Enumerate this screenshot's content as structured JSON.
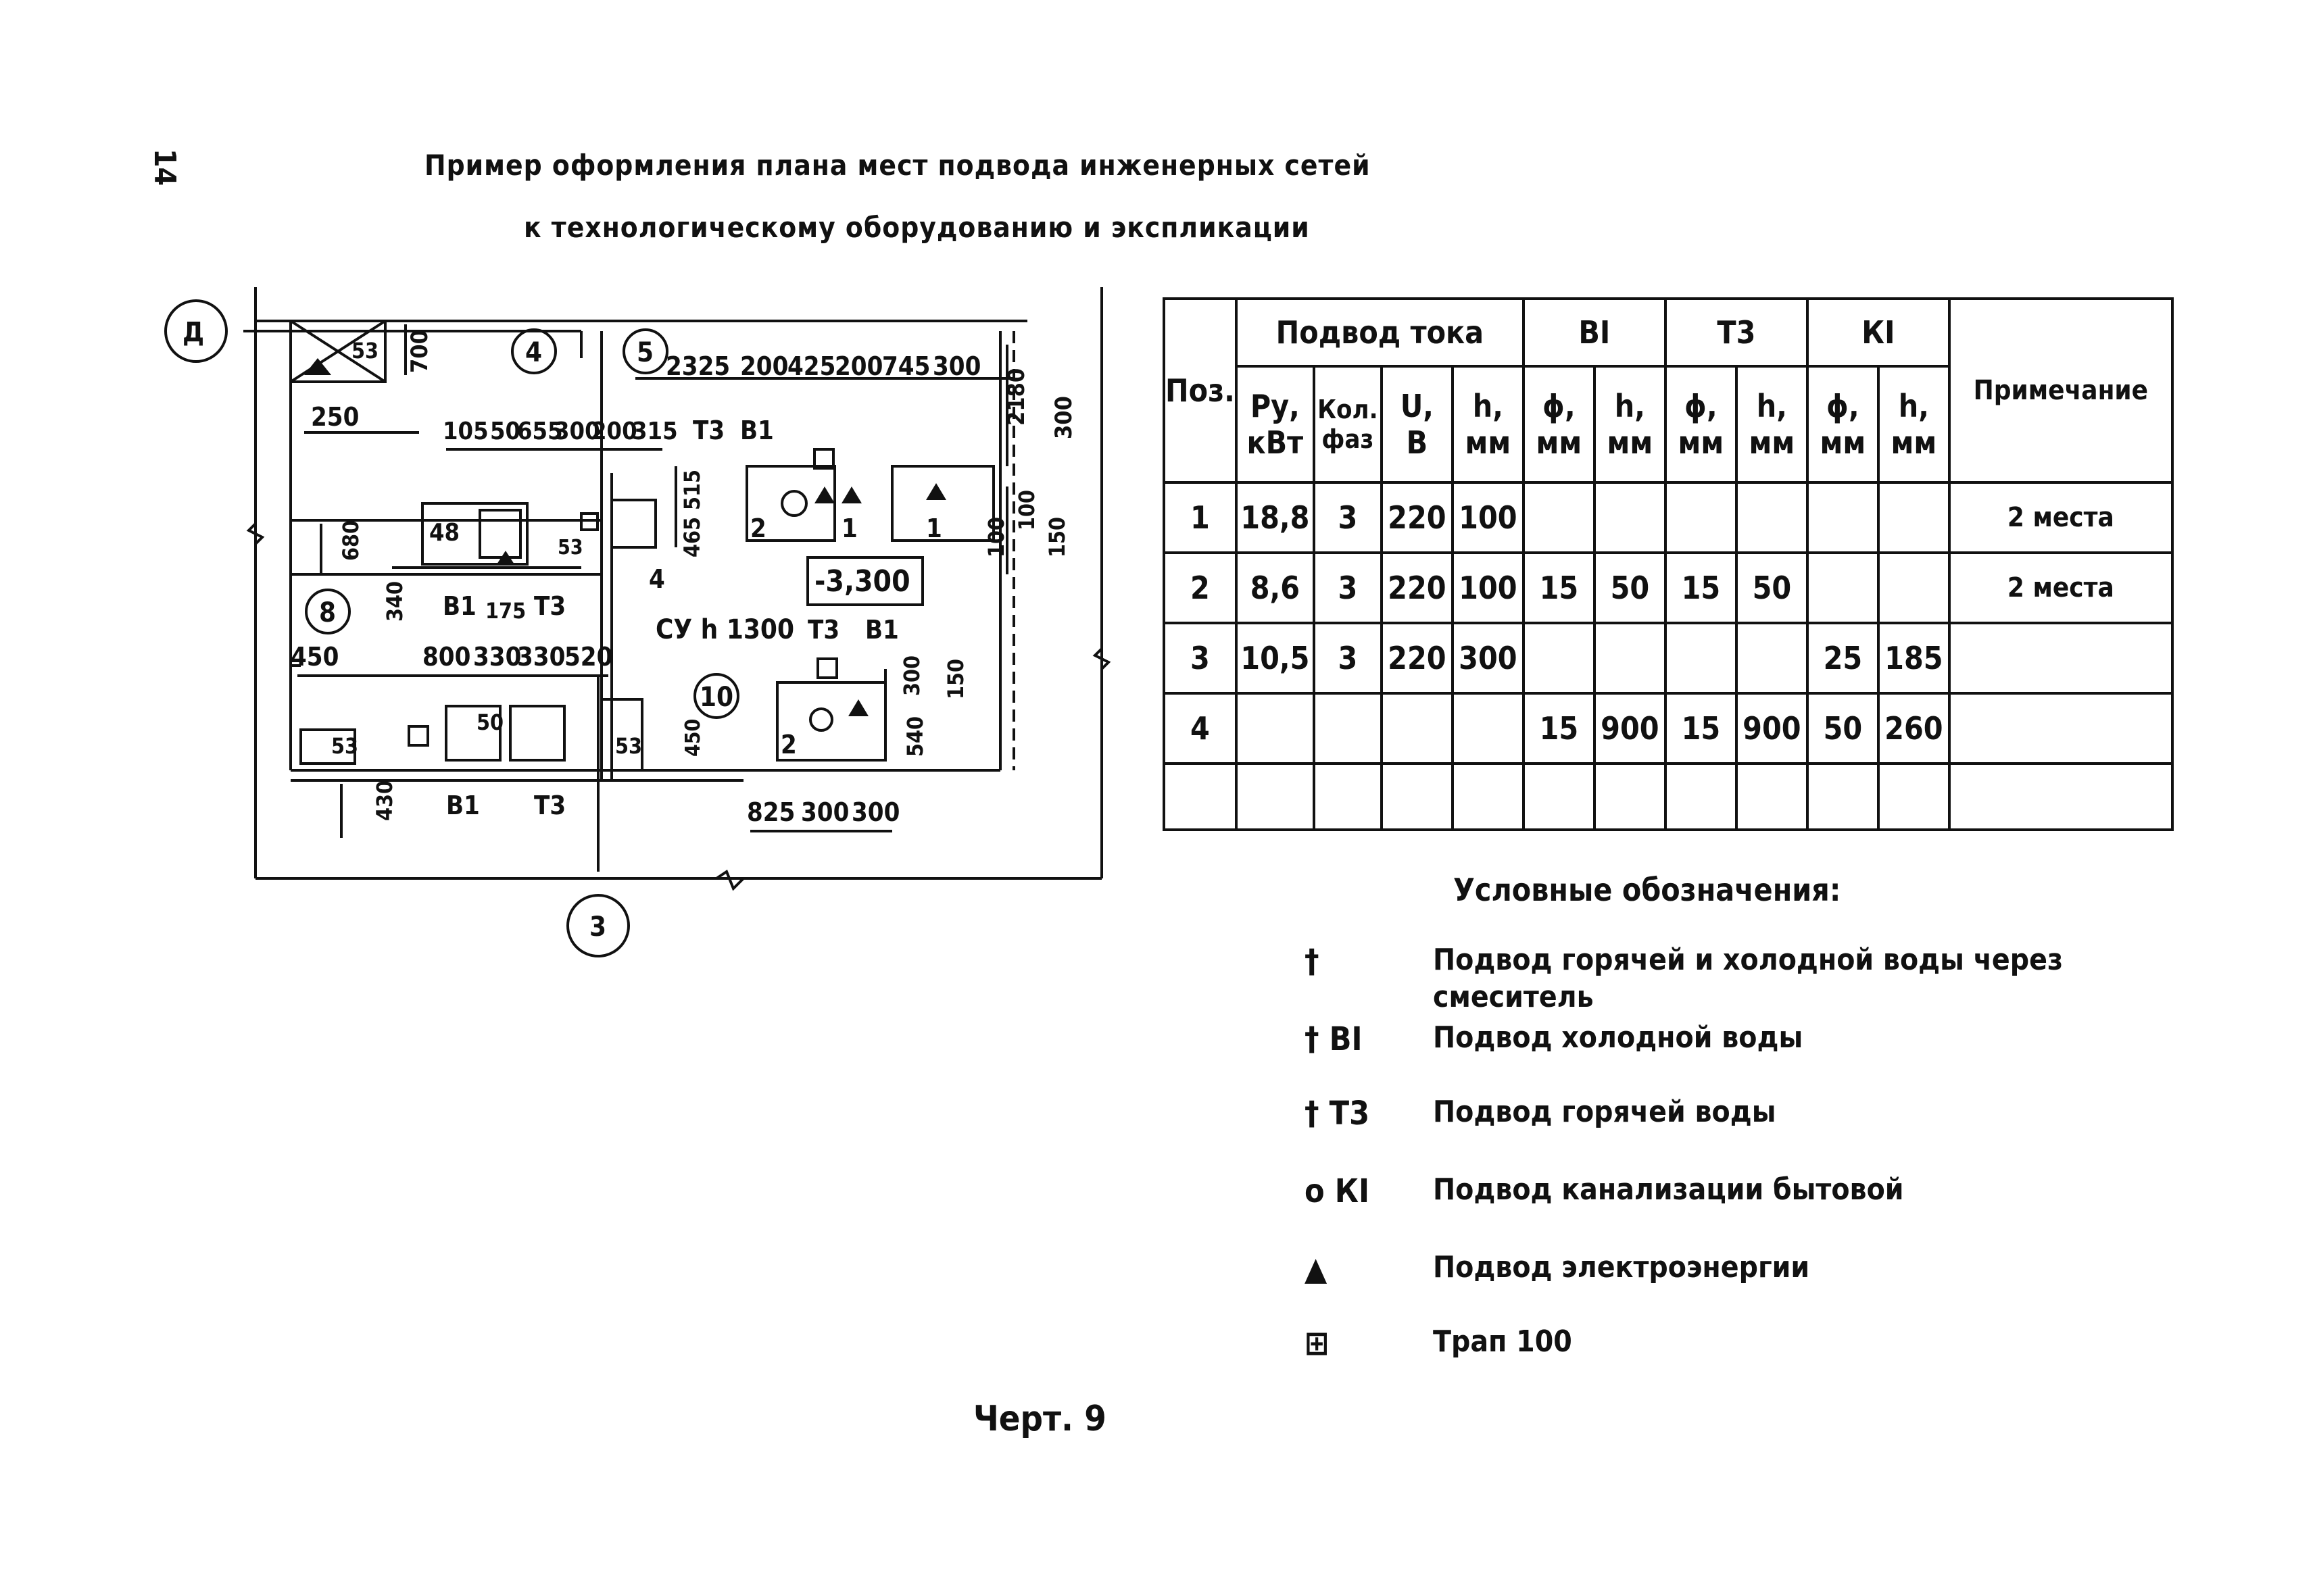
{
  "page_number": "14",
  "title_line1": "Пример  оформления плана мест подвода инженерных сетей",
  "title_line2": "к технологическому оборудованию и экспликации",
  "plan": {
    "axis_d": "Д",
    "axis_3": "3",
    "room_4": "4",
    "room_5": "5",
    "room_8": "8",
    "room_10": "10",
    "level": "-3,300",
    "label_su": "СУ h 1300",
    "dims": {
      "d700": "700",
      "d53a": "53",
      "d250": "250",
      "d2325": "2325",
      "d200a": "200",
      "d425": "425",
      "d200b": "200",
      "d745": "745",
      "d300a": "300",
      "d2180": "2180",
      "d300b": "300",
      "d105": "105",
      "d50": "50",
      "d655": "655",
      "d300c": "300",
      "d200c": "200",
      "d315": "315",
      "t3a": "Т3",
      "b1a": "В1",
      "d48": "48",
      "d53b": "53",
      "d515": "515",
      "d465": "465",
      "n4": "4",
      "d680": "680",
      "d340": "340",
      "b1b": "В1",
      "d175": "175",
      "t3b": "Т3",
      "n2": "2",
      "n1a": "1",
      "n1b": "1",
      "d100a": "100",
      "d100b": "100",
      "d150a": "150",
      "d450a": "450",
      "d800": "800",
      "d330a": "330",
      "d330b": "330",
      "d520": "520",
      "t3c": "Т3",
      "b1c": "В1",
      "d300d": "300",
      "d150b": "150",
      "d53c": "53",
      "d50b": "50",
      "d53d": "53",
      "d450b": "450",
      "n2b": "2",
      "d540": "540",
      "d430": "430",
      "b1d": "В1",
      "t3d": "Т3",
      "d825": "825",
      "d300e": "300",
      "d300f": "300"
    }
  },
  "table": {
    "header": {
      "pos": "Поз.",
      "power_group": "Подвод тока",
      "b1_group": "ВI",
      "t3_group": "Т3",
      "k1_group": "КI",
      "note": "Примечание",
      "py": "Ру,",
      "py_unit": "кВт",
      "phases": "Кол.",
      "phases_unit": "фаз",
      "u": "U,",
      "u_unit": "В",
      "h": "h,",
      "h_unit": "мм",
      "phi": "ϕ,",
      "phi_unit": "мм"
    },
    "rows": [
      [
        "1",
        "18,8",
        "3",
        "220",
        "100",
        "",
        "",
        "",
        "",
        "",
        "",
        "2 места"
      ],
      [
        "2",
        "8,6",
        "3",
        "220",
        "100",
        "15",
        "50",
        "15",
        "50",
        "",
        "",
        "2 места"
      ],
      [
        "3",
        "10,5",
        "3",
        "220",
        "300",
        "",
        "",
        "",
        "",
        "25",
        "185",
        ""
      ],
      [
        "4",
        "",
        "",
        "",
        "",
        "15",
        "900",
        "15",
        "900",
        "50",
        "260",
        ""
      ],
      [
        "",
        "",
        "",
        "",
        "",
        "",
        "",
        "",
        "",
        "",
        "",
        ""
      ]
    ]
  },
  "legend": {
    "title": "Условные обозначения:",
    "items": [
      {
        "symbol": "†",
        "text": "Подвод горячей и холодной воды через",
        "text2": "смеситель"
      },
      {
        "symbol": "† ВI",
        "text": "Подвод холодной воды"
      },
      {
        "symbol": "† Т3",
        "text": "Подвод горячей  воды"
      },
      {
        "symbol": "ο КI",
        "text": "Подвод канализации бытовой"
      },
      {
        "symbol": "▲",
        "text": "Подвод электроэнергии"
      },
      {
        "symbol": "⊞",
        "text": "Трап  100"
      }
    ]
  },
  "caption": "Черт. 9"
}
